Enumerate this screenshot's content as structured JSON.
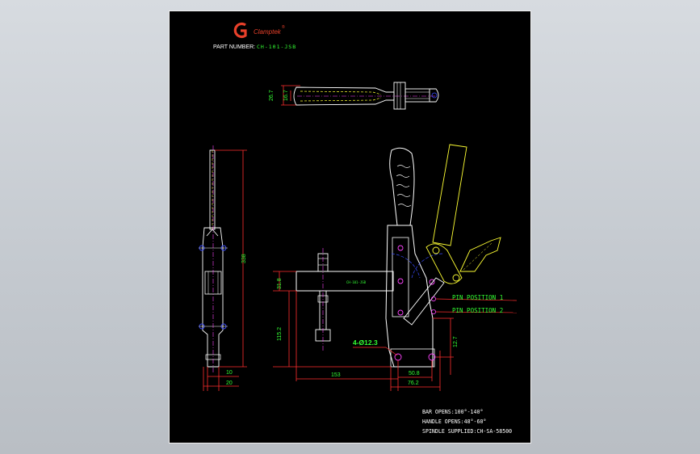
{
  "brand": {
    "name": "Clamptek",
    "registered": "®",
    "logo_color": "#e8402a"
  },
  "part_number": {
    "label": "PART NUMBER:",
    "value": "CH-101-JSB"
  },
  "dims": {
    "top_outer": "26.7",
    "top_inner": "16.7",
    "side_height": "338",
    "side_w1": "10",
    "side_w2": "20",
    "front_v1": "31.8",
    "front_v2": "115.2",
    "front_h1": "153",
    "front_h2": "50.8",
    "front_h3": "76.2",
    "front_v3": "12.7",
    "holes": "4-Ø12.3",
    "bar_label": "CH-101-JSB"
  },
  "pins": {
    "p1": "PIN POSITION 1",
    "p2": "PIN POSITION 2"
  },
  "notes": {
    "l1": "BAR OPENS:100°-140°",
    "l2": "HANDLE OPENS:48°-60°",
    "l3": "SPINDLE SUPPLIED:CH-SA-58500"
  },
  "colors": {
    "sheet": "#000000",
    "line": "#ffffff",
    "dim": "#ff2e2e",
    "yellow": "#ffff33",
    "green": "#33ff33",
    "magenta": "#ff44ff",
    "blue": "#3a4cff",
    "cyan": "#33e0ff"
  }
}
